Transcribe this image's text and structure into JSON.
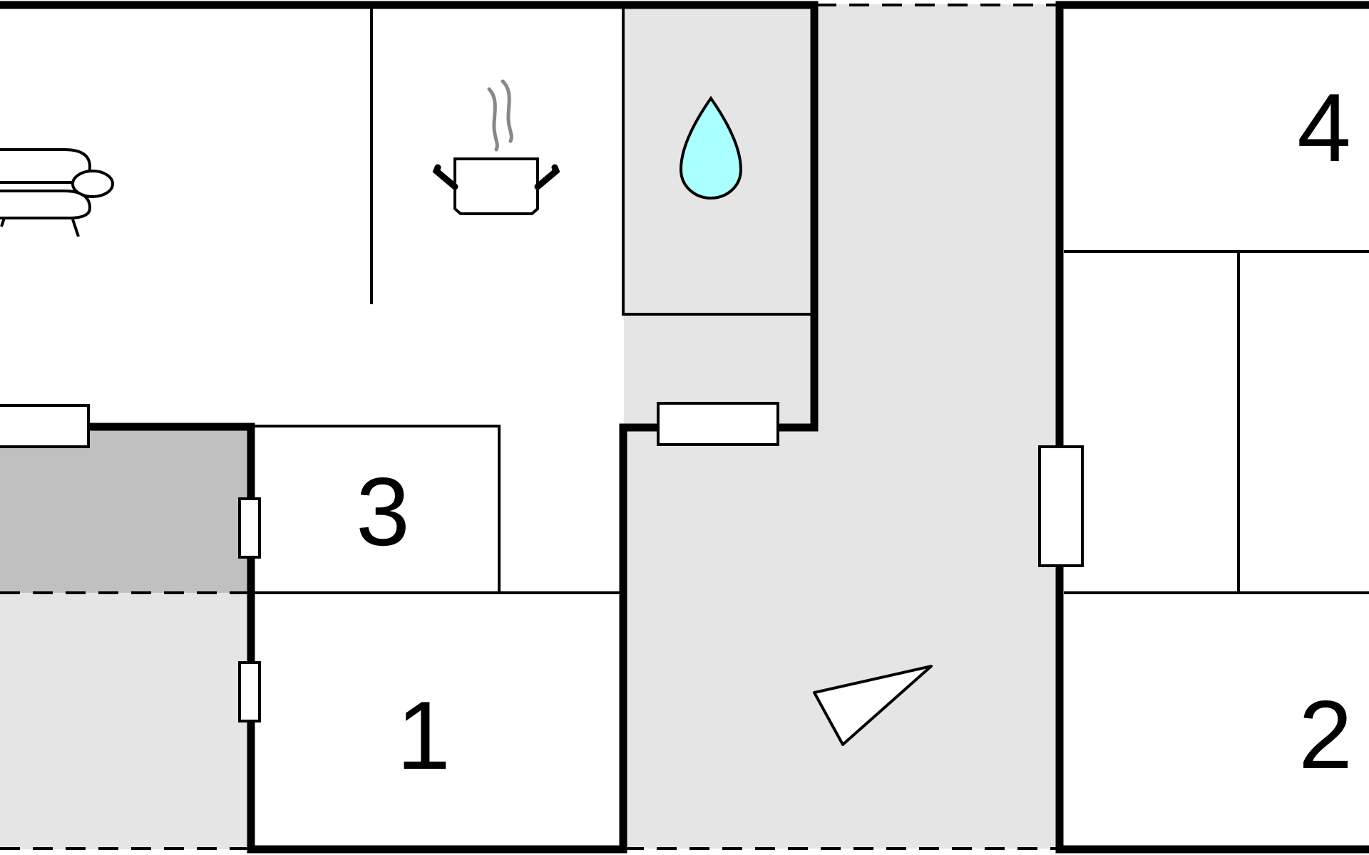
{
  "floorplan": {
    "rooms": [
      {
        "id": "room-1",
        "number": "1"
      },
      {
        "id": "room-2",
        "number": "2"
      },
      {
        "id": "room-3",
        "number": "3"
      },
      {
        "id": "room-4",
        "number": "4"
      }
    ],
    "icons": [
      "sofa-icon",
      "cooking-pot-icon",
      "water-drop-icon",
      "terrace-triangle-icon"
    ],
    "colors": {
      "wall": "#000000",
      "terrace_fill": "#e5e5e5",
      "shed_fill": "#c0c0c0",
      "water": "#aaffff",
      "steam": "#888888",
      "background": "#ffffff"
    }
  }
}
